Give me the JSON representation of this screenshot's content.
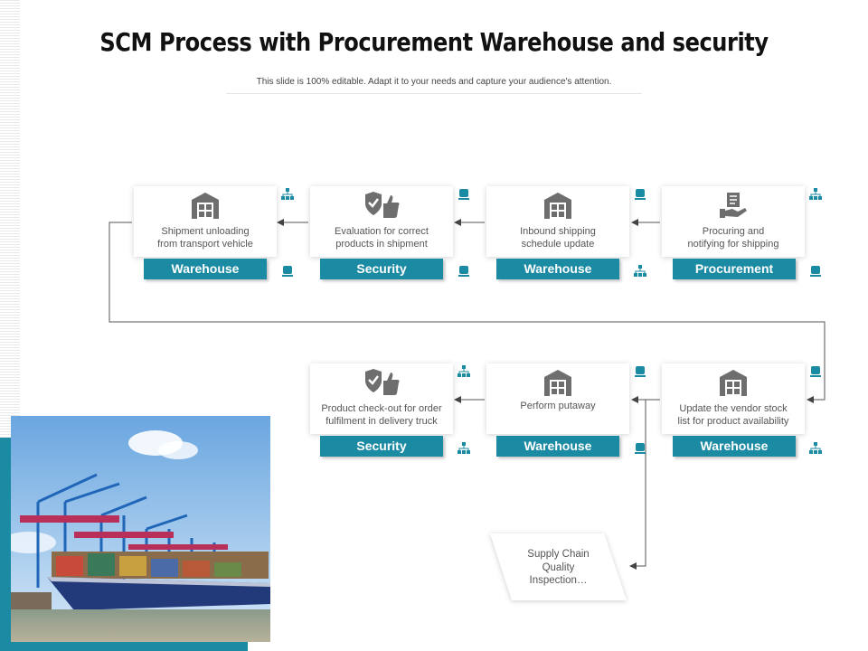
{
  "title": "SCM Process with Procurement Warehouse and security",
  "subtitle": "This slide is 100% editable. Adapt it to your needs and capture your audience's attention.",
  "colors": {
    "accent": "#1b8aa3",
    "icon_gray": "#6e6e6e",
    "line": "#555555"
  },
  "steps": [
    {
      "text_line1": "Shipment unloading",
      "text_line2": "from transport vehicle",
      "label": "Warehouse",
      "icon": "warehouse-icon"
    },
    {
      "text_line1": "Evaluation for correct",
      "text_line2": "products in shipment",
      "label": "Security",
      "icon": "security-approval-icon"
    },
    {
      "text_line1": "Inbound shipping",
      "text_line2": "schedule update",
      "label": "Warehouse",
      "icon": "warehouse-icon"
    },
    {
      "text_line1": "Procuring and",
      "text_line2": "notifying for shipping",
      "label": "Procurement",
      "icon": "procurement-icon"
    },
    {
      "text_line1": "Product check-out for order",
      "text_line2": "fulfilment in delivery truck",
      "label": "Security",
      "icon": "security-approval-icon"
    },
    {
      "text_line1": "Perform putaway",
      "text_line2": "",
      "label": "Warehouse",
      "icon": "warehouse-icon"
    },
    {
      "text_line1": "Update the vendor stock",
      "text_line2": "list for product availability",
      "label": "Warehouse",
      "icon": "warehouse-icon"
    }
  ],
  "note": {
    "line1": "Supply Chain",
    "line2": "Quality",
    "line3": "Inspection…"
  },
  "photo": {
    "description_icon": "container-ship-port-image"
  }
}
